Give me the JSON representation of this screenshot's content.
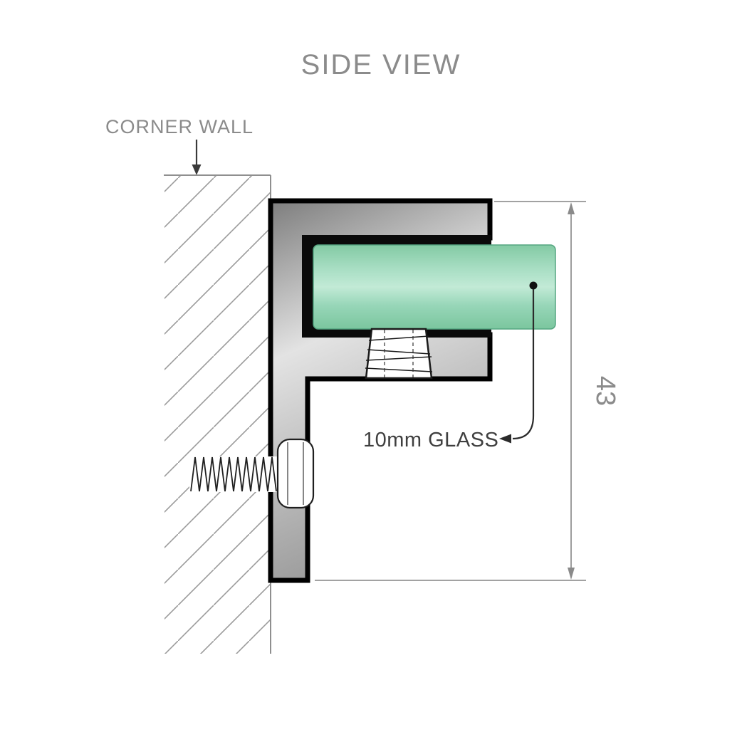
{
  "title": "SIDE VIEW",
  "diagram": {
    "wall_label": "CORNER WALL",
    "glass_label": "10mm GLASS",
    "dimension_label": "43"
  },
  "colors": {
    "glass_green": "#8ed3ae",
    "metal_gray": "#b5b5b5",
    "outline_black": "#000000",
    "annotation_gray": "#8b8b8b",
    "hatch_gray": "#9b9b9b"
  }
}
